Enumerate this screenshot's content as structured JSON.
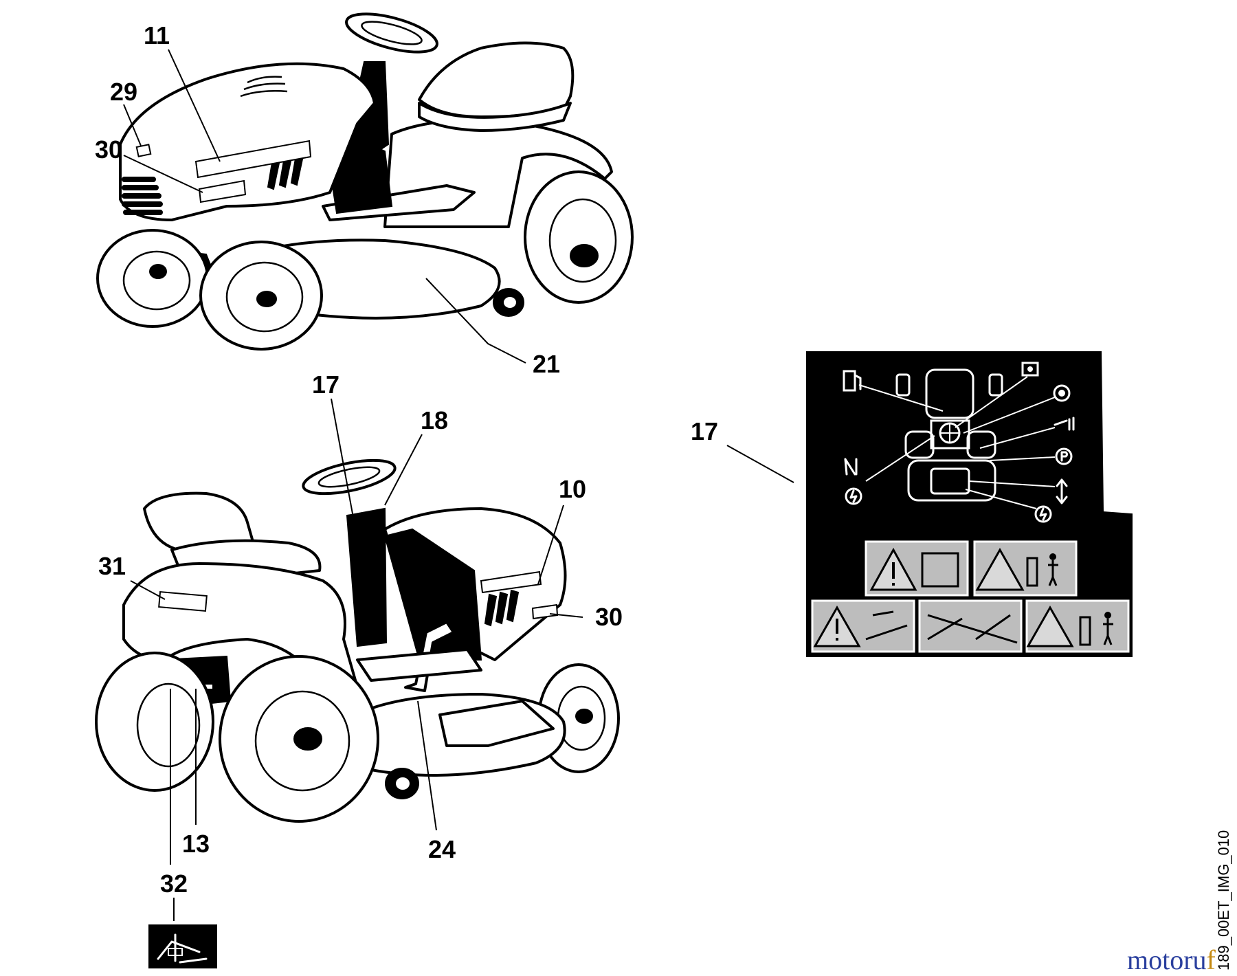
{
  "callouts": {
    "c11": "11",
    "c29": "29",
    "c30_top": "30",
    "c21": "21",
    "c17_rear": "17",
    "c18": "18",
    "c10": "10",
    "c31": "31",
    "c30_rear": "30",
    "c13": "13",
    "c24": "24",
    "c32": "32",
    "c17_decal": "17"
  },
  "image_id": "189_00ET_IMG_010",
  "watermark": {
    "part1": "motoru",
    "part2": "f"
  },
  "icons": [
    "fuel-pump-icon",
    "engine-icon",
    "blade-engage-icon",
    "throttle-icon",
    "parking-brake-icon",
    "cutting-height-icon",
    "choke-icon",
    "ignition-key-icon"
  ],
  "colors": {
    "ink": "#000000",
    "paper": "#ffffff",
    "watermark_blue": "#2a3f9e",
    "watermark_orange": "#c58a12"
  }
}
